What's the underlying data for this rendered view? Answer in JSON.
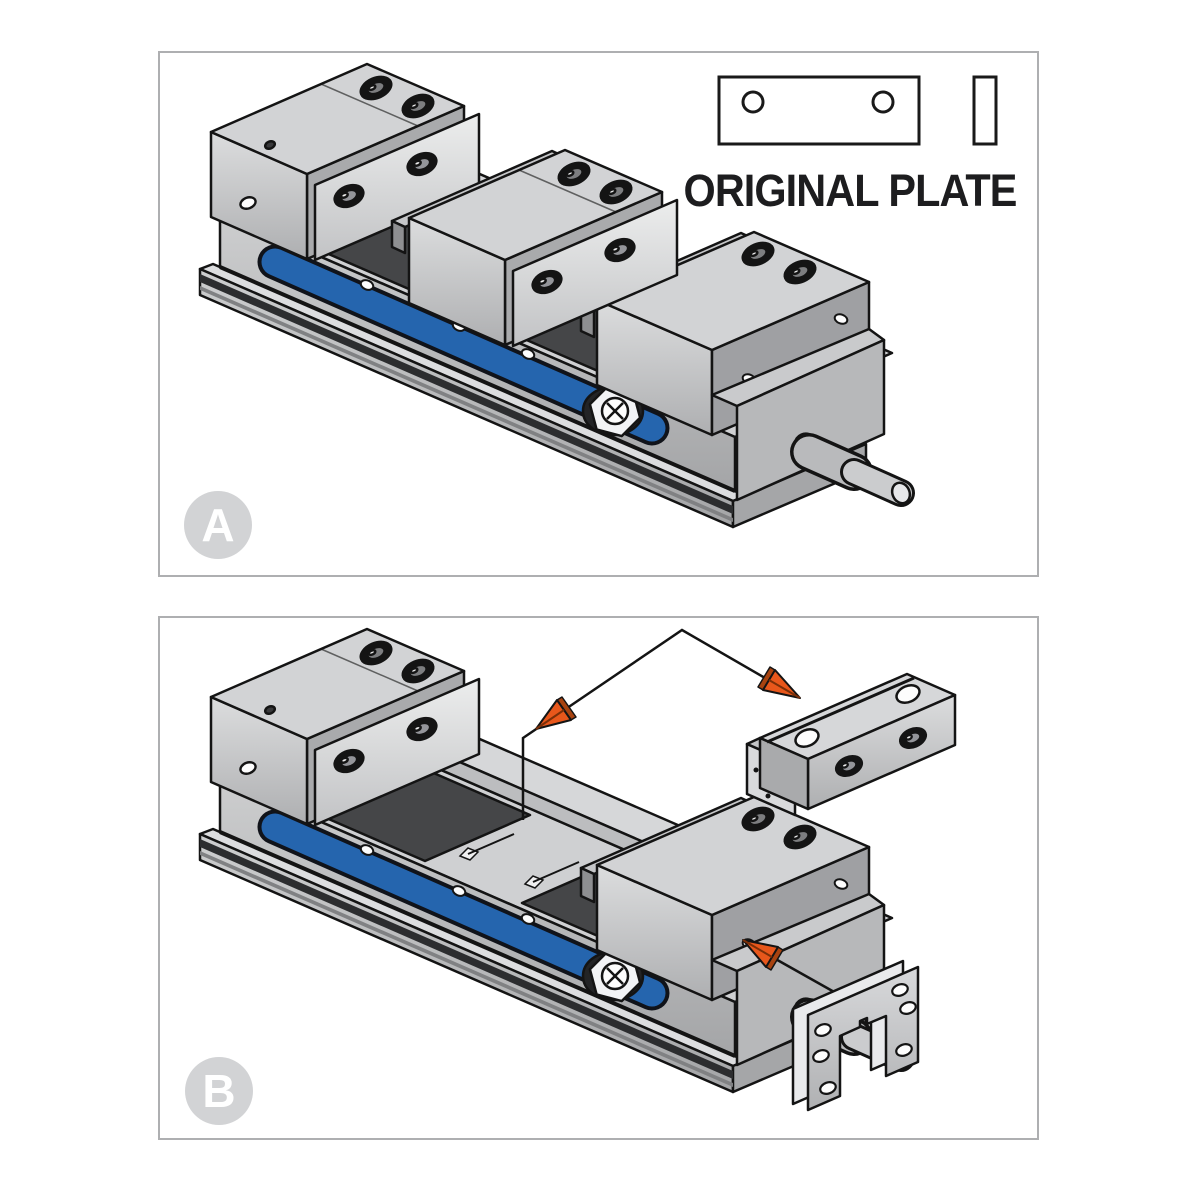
{
  "diagram": {
    "caption": "ORIGINAL PLATE",
    "panel_a_label": "A",
    "panel_b_label": "B"
  },
  "colors": {
    "accent_blue": "#2565ae",
    "arrow_orange": "#e8571b",
    "arrow_orange_dark": "#a84310",
    "metal_light": "#d6d7d9",
    "metal_mid": "#aeafb1",
    "metal_shadow": "#454648",
    "outline": "#141414",
    "panel_border": "#aeafb1",
    "badge_gray": "#d2d3d5",
    "badge_text": "#ffffff",
    "caption_text": "#1d1d1f"
  }
}
